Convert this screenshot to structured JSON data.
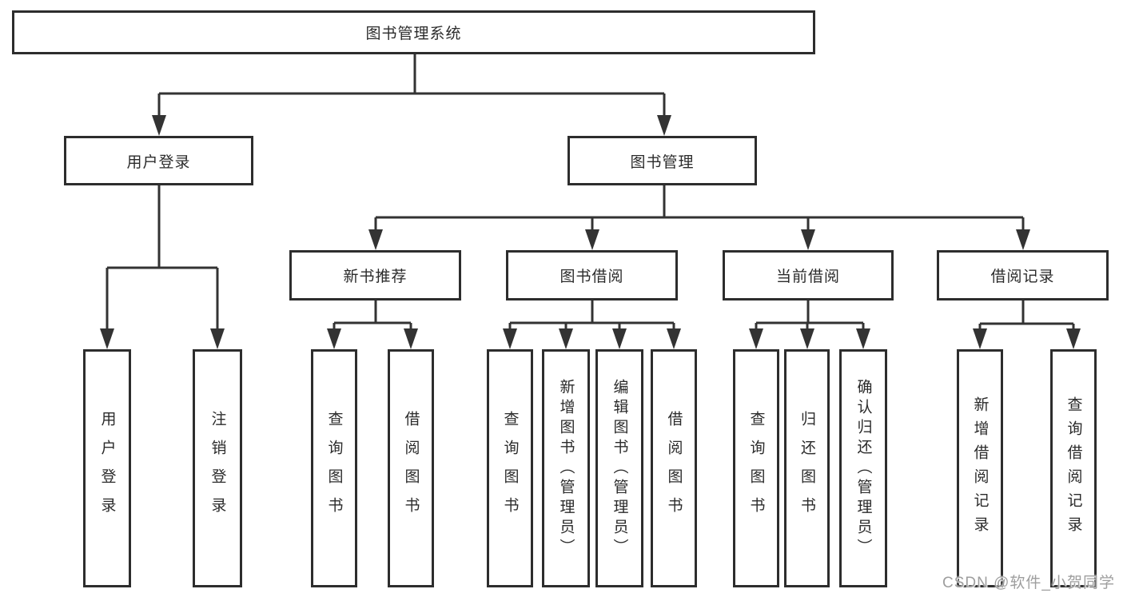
{
  "watermark": "CSDN @软件_小贺同学",
  "colors": {
    "line": "#333333",
    "box_border": "#2d2d2d",
    "box_fill": "#ffffff",
    "text": "#2b2b2b",
    "watermark": "#9e9e9e"
  },
  "tree": {
    "label": "图书管理系统",
    "children": [
      {
        "label": "用户登录",
        "children": [
          {
            "label": "用户登录"
          },
          {
            "label": "注销登录"
          }
        ]
      },
      {
        "label": "图书管理",
        "children": [
          {
            "label": "新书推荐",
            "children": [
              {
                "label": "查询图书"
              },
              {
                "label": "借阅图书"
              }
            ]
          },
          {
            "label": "图书借阅",
            "children": [
              {
                "label": "查询图书"
              },
              {
                "label": "新增图书（管理员）"
              },
              {
                "label": "编辑图书（管理员）"
              },
              {
                "label": "借阅图书"
              }
            ]
          },
          {
            "label": "当前借阅",
            "children": [
              {
                "label": "查询图书"
              },
              {
                "label": "归还图书"
              },
              {
                "label": "确认归还（管理员）"
              }
            ]
          },
          {
            "label": "借阅记录",
            "children": [
              {
                "label": "新增借阅记录"
              },
              {
                "label": "查询借阅记录"
              }
            ]
          }
        ]
      }
    ]
  }
}
